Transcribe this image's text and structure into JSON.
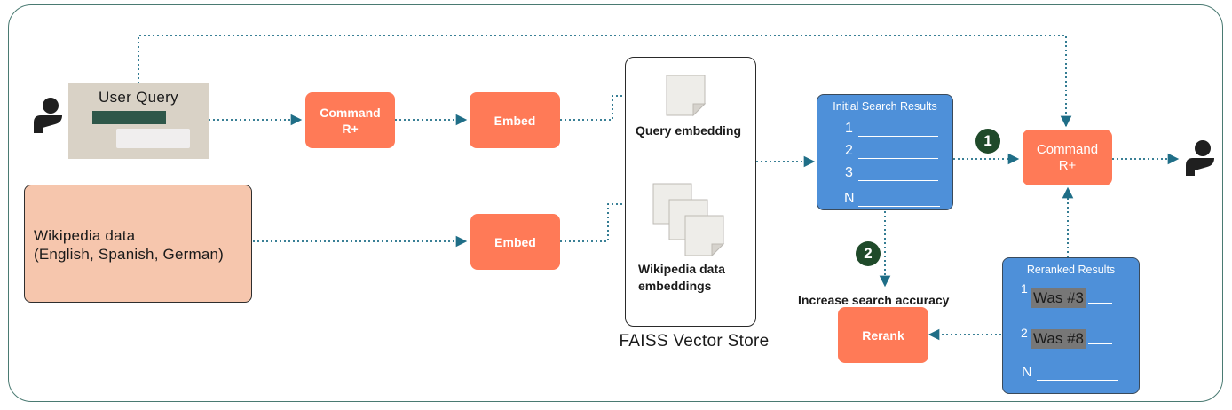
{
  "user_query": {
    "title": "User Query"
  },
  "wikipedia": {
    "line1": "Wikipedia data",
    "line2": "(English, Spanish, German)"
  },
  "command_r_top": {
    "line1": "Command",
    "line2": "R+"
  },
  "embed_top": {
    "label": "Embed"
  },
  "embed_bottom": {
    "label": "Embed"
  },
  "vector_store": {
    "label": "FAISS Vector Store",
    "query_embedding": "Query embedding",
    "wiki_embedding_line1": "Wikipedia data",
    "wiki_embedding_line2": "embeddings"
  },
  "initial_results": {
    "title": "Initial Search Results",
    "rows": [
      "1",
      "2",
      "3",
      "N"
    ]
  },
  "reranked_results": {
    "title": "Reranked Results",
    "row1_num": "1",
    "row1_text": "Was #3",
    "row2_num": "2",
    "row2_text": "Was #8",
    "row3_num": "N"
  },
  "command_r_right": {
    "line1": "Command",
    "line2": "R+"
  },
  "rerank": {
    "label": "Rerank"
  },
  "increase_accuracy": "Increase search accuracy",
  "badges": {
    "one": "1",
    "two": "2"
  },
  "colors": {
    "orange": "#ff7a57",
    "blue": "#4e90d9",
    "connector": "#1f6e87",
    "badge": "#1f4a2a"
  }
}
